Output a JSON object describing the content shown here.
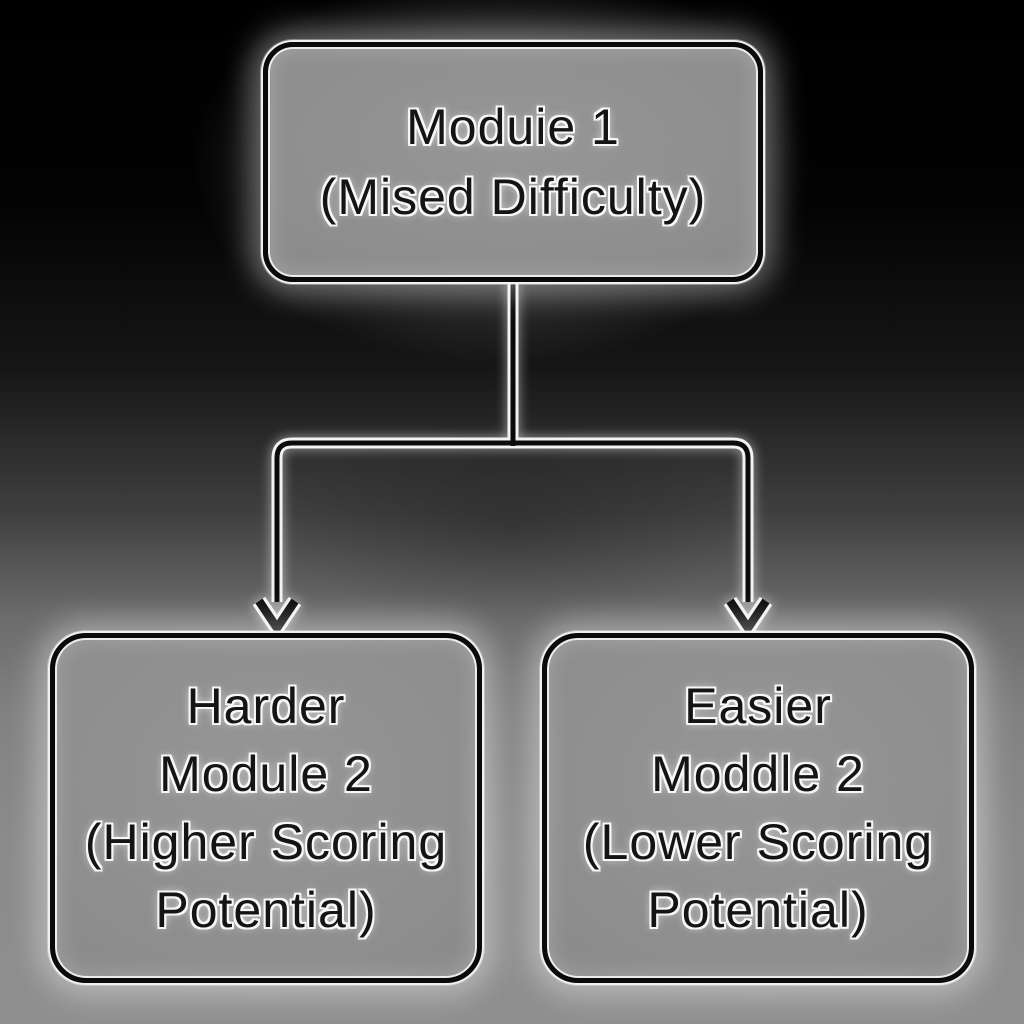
{
  "diagram": {
    "type": "flowchart",
    "nodes": {
      "module1": {
        "lines": [
          "Moduie 1",
          "(Mised Difficulty)"
        ]
      },
      "harder_module2": {
        "lines": [
          "Harder",
          "Module 2",
          "(Higher Scoring",
          "Potential)"
        ]
      },
      "easier_module2": {
        "lines": [
          "Easier",
          "Moddle 2",
          "(Lower Scoring",
          "Potential)"
        ]
      }
    },
    "edges": [
      {
        "from": "module1",
        "to": "harder_module2"
      },
      {
        "from": "module1",
        "to": "easier_module2"
      }
    ],
    "colors": {
      "background_top": "#000000",
      "background_bottom": "#8f8f8f",
      "box_fill": "#8c8c8c",
      "box_border": "#0a0a0a",
      "glow": "#f2f2f2",
      "text": "#141414"
    }
  }
}
